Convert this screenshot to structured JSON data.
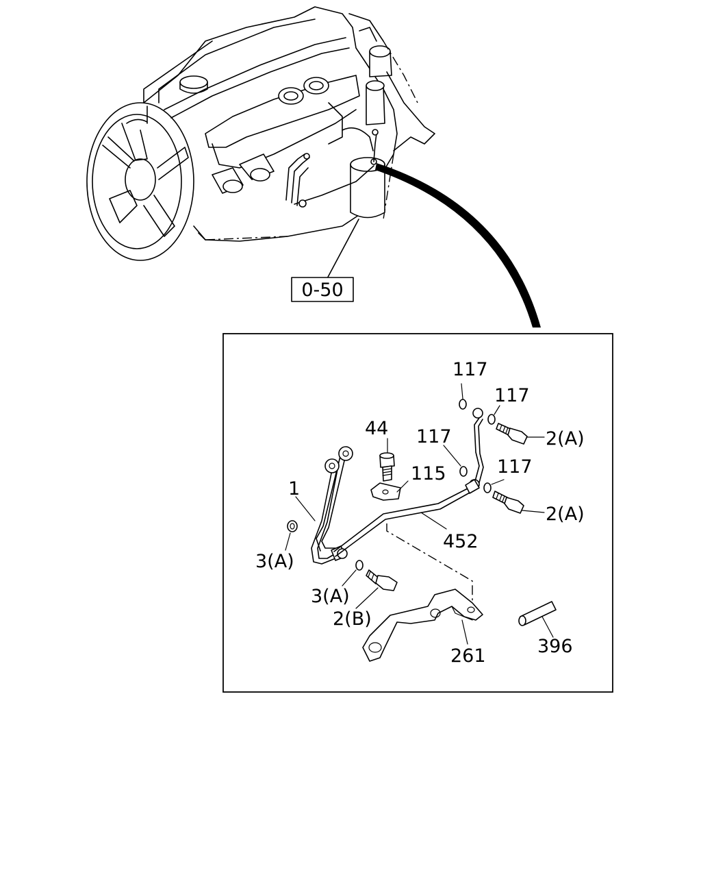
{
  "reference_box": {
    "label": "0-50"
  },
  "callouts": {
    "part_1": "1",
    "part_2a_upper": "2(A)",
    "part_2a_lower": "2(A)",
    "part_2b": "2(B)",
    "part_3a_left": "3(A)",
    "part_3a_lower": "3(A)",
    "part_44": "44",
    "part_115": "115",
    "part_117_top": "117",
    "part_117_right_upper": "117",
    "part_117_mid": "117",
    "part_117_right_lower": "117",
    "part_261": "261",
    "part_396": "396",
    "part_452": "452"
  }
}
